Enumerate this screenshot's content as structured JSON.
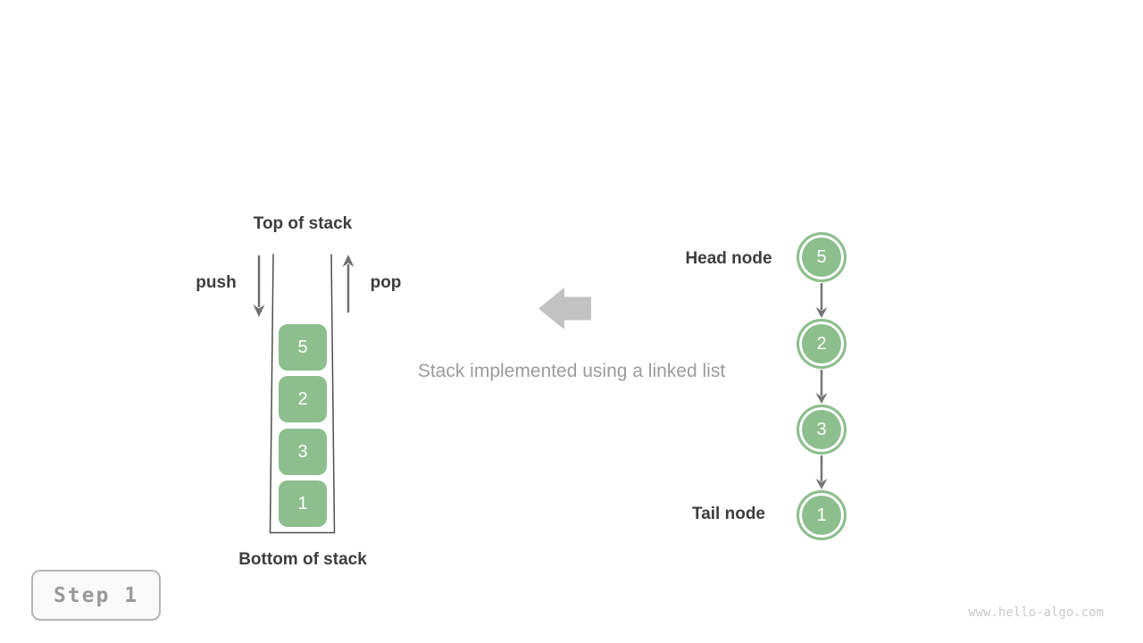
{
  "diagram": {
    "stack_panel": {
      "top_label": "Top of stack",
      "bottom_label": "Bottom of stack",
      "push_label": "push",
      "pop_label": "pop",
      "items": [
        "5",
        "2",
        "3",
        "1"
      ]
    },
    "caption": "Stack implemented using a linked list",
    "linked_list_panel": {
      "head_label": "Head node",
      "tail_label": "Tail node",
      "nodes": [
        "5",
        "2",
        "3",
        "1"
      ]
    }
  },
  "footer": {
    "step_label": "Step 1",
    "watermark": "www.hello-algo.com"
  },
  "colors": {
    "node_green": "#8dbe8d",
    "arrow_gray": "#757575",
    "big_arrow_gray": "#c2c2c2",
    "label_dark": "#3d3d3d",
    "caption_gray": "#9b9b9b",
    "container_stroke": "#4f4f4f"
  }
}
